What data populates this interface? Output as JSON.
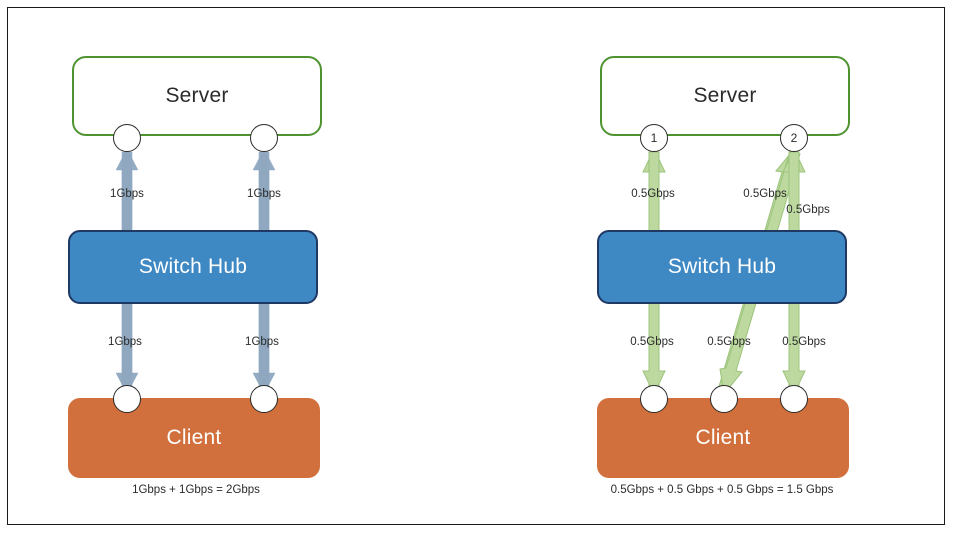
{
  "diagram": {
    "title_visible": false,
    "colors": {
      "server_border": "#4F9331",
      "hub_fill": "#3E88C4",
      "hub_border": "#1F3864",
      "client_fill": "#D1703C",
      "arrow_gray_blue": "#8FA8C0",
      "arrow_green": "#BDD9A0",
      "arrow_green_stroke": "#9CC47B",
      "frame": "#1a1a1a"
    }
  },
  "panels": [
    {
      "id": "left",
      "server": {
        "label": "Server"
      },
      "hub": {
        "label": "Switch Hub"
      },
      "client": {
        "label": "Client"
      },
      "server_ports": [
        {
          "label": ""
        },
        {
          "label": ""
        }
      ],
      "client_ports": [
        {
          "label": ""
        },
        {
          "label": ""
        }
      ],
      "links": [
        {
          "speed_up": "1Gbps",
          "speed_down": "1Gbps"
        },
        {
          "speed_up": "1Gbps",
          "speed_down": "1Gbps"
        }
      ],
      "caption": "1Gbps + 1Gbps = 2Gbps"
    },
    {
      "id": "right",
      "server": {
        "label": "Server"
      },
      "hub": {
        "label": "Switch Hub"
      },
      "client": {
        "label": "Client"
      },
      "server_ports": [
        {
          "label": "1"
        },
        {
          "label": "2"
        }
      ],
      "client_ports": [
        {
          "label": ""
        },
        {
          "label": ""
        },
        {
          "label": ""
        }
      ],
      "links": [
        {
          "speed_up": "0.5Gbps",
          "speed_down": "0.5Gbps"
        },
        {
          "speed_up": "0.5Gbps",
          "speed_down": "0.5Gbps"
        },
        {
          "speed_up": "0.5Gbps",
          "speed_down": "0.5Gbps"
        }
      ],
      "caption": "0.5Gbps + 0.5 Gbps + 0.5 Gbps = 1.5 Gbps"
    }
  ]
}
